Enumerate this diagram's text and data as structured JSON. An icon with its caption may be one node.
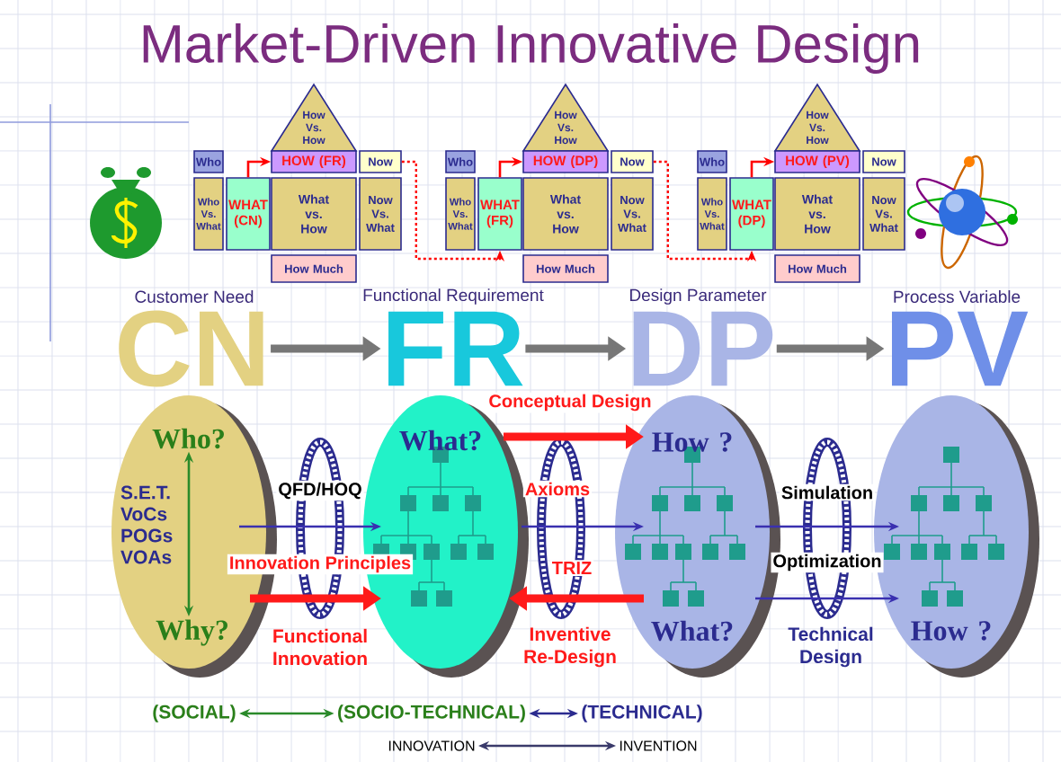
{
  "diagram": {
    "title": "Market-Driven Innovative Design",
    "nodes": [
      {
        "text": [
          "How Vs. How"
        ]
      },
      {
        "text": [
          "Who"
        ]
      },
      {
        "text": [
          "HOW (FR)"
        ]
      },
      {
        "text": [
          "Now"
        ]
      },
      {
        "text": [
          "Who Vs. What"
        ]
      },
      {
        "text": [
          "WHAT (CN)"
        ]
      },
      {
        "text": [
          "What vs. How"
        ]
      },
      {
        "text": [
          "Now Vs. What"
        ]
      },
      {
        "text": [
          "How Much"
        ]
      },
      {
        "text": [
          "How Vs. How"
        ]
      },
      {
        "text": [
          "Who"
        ]
      },
      {
        "text": [
          "HOW (DP)"
        ]
      },
      {
        "text": [
          "Now"
        ]
      },
      {
        "text": [
          "Who Vs. What"
        ]
      },
      {
        "text": [
          "WHAT (FR)"
        ]
      },
      {
        "text": [
          "What vs. How"
        ]
      },
      {
        "text": [
          "Now Vs. What"
        ]
      },
      {
        "text": [
          "How Much"
        ]
      },
      {
        "text": [
          "How Vs. How"
        ]
      },
      {
        "text": [
          "Who"
        ]
      },
      {
        "text": [
          "HOW (PV)"
        ]
      },
      {
        "text": [
          "Now"
        ]
      },
      {
        "text": [
          "Who Vs. What"
        ]
      },
      {
        "text": [
          "WHAT (DP)"
        ]
      },
      {
        "text": [
          "What vs. How"
        ]
      },
      {
        "text": [
          "Now Vs. What"
        ]
      },
      {
        "text": [
          "How Much"
        ]
      },
      {
        "text": [
          "CN"
        ],
        "beside": [
          "Customer Need"
        ]
      },
      {
        "text": [
          "FR"
        ],
        "beside": [
          "Functional Requirement"
        ]
      },
      {
        "text": [
          "DP"
        ],
        "beside": [
          "Design Parameter"
        ]
      },
      {
        "text": [
          "PV"
        ],
        "beside": [
          "Process Variable"
        ]
      },
      {
        "text": [
          "S.E.T. VoCs POGs VOAs"
        ]
      },
      {
        "text": [
          "Who?"
        ],
        "in": 31
      },
      {
        "text": [
          "Why?"
        ],
        "in": 31
      },
      {
        "text": [
          "What?"
        ]
      },
      {
        "text": [
          "How ?",
          "What?"
        ]
      },
      {
        "text": [
          "How ?"
        ]
      },
      {
        "text": [
          "(SOCIAL)"
        ]
      },
      {
        "text": [
          "(SOCIO-TECHNICAL)"
        ]
      },
      {
        "text": [
          "(TECHNICAL)"
        ]
      },
      {
        "text": [
          "INNOVATION"
        ]
      },
      {
        "text": [
          "INVENTION"
        ]
      }
    ],
    "edges": [
      {
        "from": 5,
        "to": 2,
        "arrow": "to",
        "color": "#ff0000"
      },
      {
        "from": 14,
        "to": 11,
        "arrow": "to",
        "color": "#ff0000"
      },
      {
        "from": 23,
        "to": 20,
        "arrow": "to",
        "color": "#ff0000"
      },
      {
        "from": 3,
        "to": 14,
        "arrow": "to",
        "style": "dashed",
        "color": "#ff0000"
      },
      {
        "from": 12,
        "to": 23,
        "arrow": "to",
        "style": "dashed",
        "color": "#ff0000"
      },
      {
        "from": 27,
        "to": 28,
        "arrow": "to",
        "style": "thick",
        "color": "#777777"
      },
      {
        "from": 28,
        "to": 29,
        "arrow": "to",
        "style": "thick",
        "color": "#777777"
      },
      {
        "from": 29,
        "to": 30,
        "arrow": "to",
        "style": "thick",
        "color": "#777777"
      },
      {
        "from": 32,
        "to": 33,
        "arrow": "both",
        "color": "#2a8a2a"
      },
      {
        "from": 31,
        "to": 34,
        "arrow": "to",
        "label": "QFD/HOQ",
        "color": "#3a30b0"
      },
      {
        "from": 31,
        "to": 34,
        "arrow": "to",
        "label": "Innovation Principles",
        "style": "thick",
        "color": "#ff1a1a"
      },
      {
        "from": 34,
        "to": 35,
        "arrow": "to",
        "label": "Conceptual Design",
        "style": "thick",
        "color": "#ff1a1a"
      },
      {
        "from": 34,
        "to": 35,
        "arrow": "to",
        "label": "Axioms",
        "color": "#3a30b0"
      },
      {
        "from": 35,
        "to": 34,
        "arrow": "to",
        "label": "TRIZ",
        "style": "thick",
        "color": "#ff1a1a"
      },
      {
        "from": 35,
        "to": 36,
        "arrow": "to",
        "label": "Simulation",
        "color": "#3a30b0"
      },
      {
        "from": 35,
        "to": 36,
        "arrow": "to",
        "label": "Optimization",
        "color": "#3a30b0"
      },
      {
        "from": 37,
        "to": 38,
        "arrow": "both",
        "color": "#2a8a2a"
      },
      {
        "from": 38,
        "to": 39,
        "arrow": "both",
        "color": "#2b2b8f"
      },
      {
        "from": 40,
        "to": 41,
        "arrow": "both",
        "color": "#3a3a6a"
      }
    ],
    "labels": [
      "Functional Innovation",
      "Inventive Re-Design",
      "Technical Design"
    ]
  }
}
